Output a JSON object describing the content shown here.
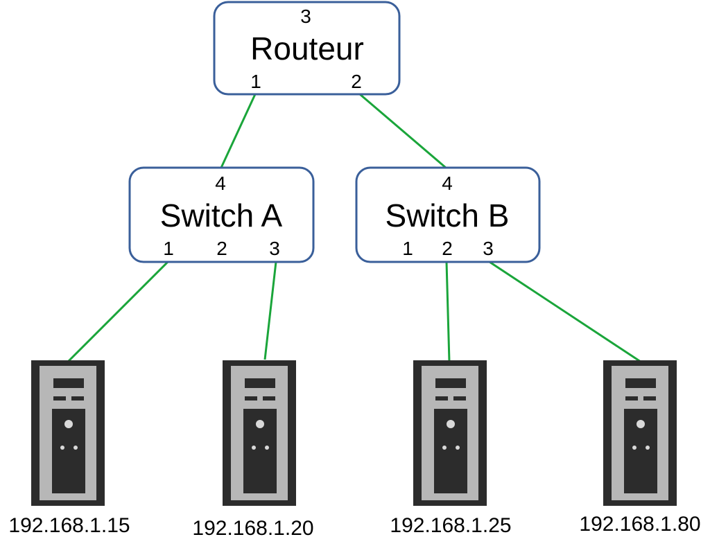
{
  "router": {
    "label": "Routeur",
    "ports": {
      "top": "3",
      "left": "1",
      "right": "2"
    }
  },
  "switch_a": {
    "label": "Switch A",
    "ports": {
      "top": "4",
      "p1": "1",
      "p2": "2",
      "p3": "3"
    }
  },
  "switch_b": {
    "label": "Switch B",
    "ports": {
      "top": "4",
      "p1": "1",
      "p2": "2",
      "p3": "3"
    }
  },
  "computers": [
    {
      "ip": "192.168.1.15"
    },
    {
      "ip": "192.168.1.20"
    },
    {
      "ip": "192.168.1.25"
    },
    {
      "ip": "192.168.1.80"
    }
  ],
  "colors": {
    "link": "#1aa53a",
    "box_border": "#3a5f9a",
    "case": "#2c2c2c"
  }
}
